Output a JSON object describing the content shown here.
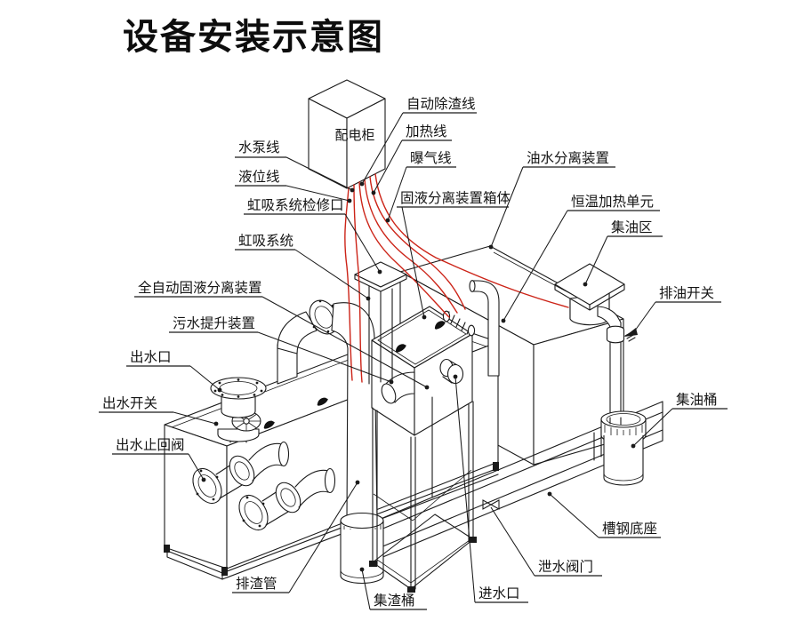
{
  "title": "设备安装示意图",
  "cabinet": {
    "label": "配电柜"
  },
  "labels": {
    "auto_slag_line": "自动除渣线",
    "heating_line": "加热线",
    "aeration_line": "曝气线",
    "solid_liquid_box": "固液分离装置箱体",
    "water_pump_line": "水泵线",
    "liquid_level_line": "液位线",
    "siphon_access_port": "虹吸系统检修口",
    "siphon_system": "虹吸系统",
    "auto_solid_liquid_separator": "全自动固液分离装置",
    "sewage_lift_device": "污水提升装置",
    "water_outlet": "出水口",
    "outlet_switch": "出水开关",
    "outlet_check_valve": "出水止回阀",
    "slag_discharge_pipe": "排渣管",
    "slag_bucket": "集渣桶",
    "water_inlet": "进水口",
    "drain_valve": "泄水阀门",
    "channel_steel_base": "槽钢底座",
    "oil_water_separator": "油水分离装置",
    "thermostat_heating_unit": "恒温加热单元",
    "oil_collection_area": "集油区",
    "oil_drain_switch": "排油开关",
    "oil_collection_bucket": "集油桶"
  },
  "colors": {
    "ink": "#1a1a1a",
    "cable": "#cc2418",
    "background": "#ffffff"
  }
}
